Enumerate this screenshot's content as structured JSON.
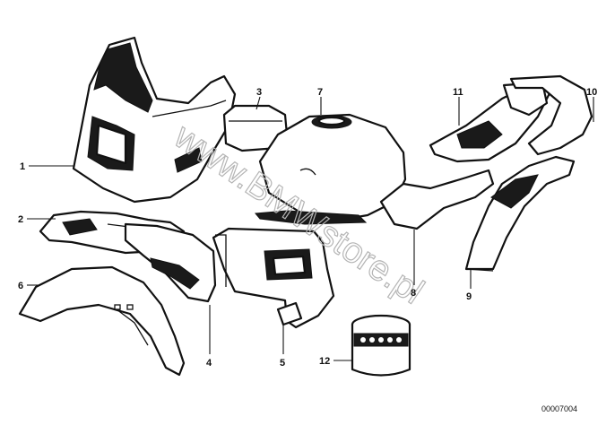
{
  "diagram": {
    "part_labels": [
      "1",
      "2",
      "3",
      "4",
      "5",
      "6",
      "7",
      "8",
      "9",
      "10",
      "11",
      "12"
    ],
    "drawing_number": "00007004",
    "watermark": "www.BMWstore.pl"
  }
}
